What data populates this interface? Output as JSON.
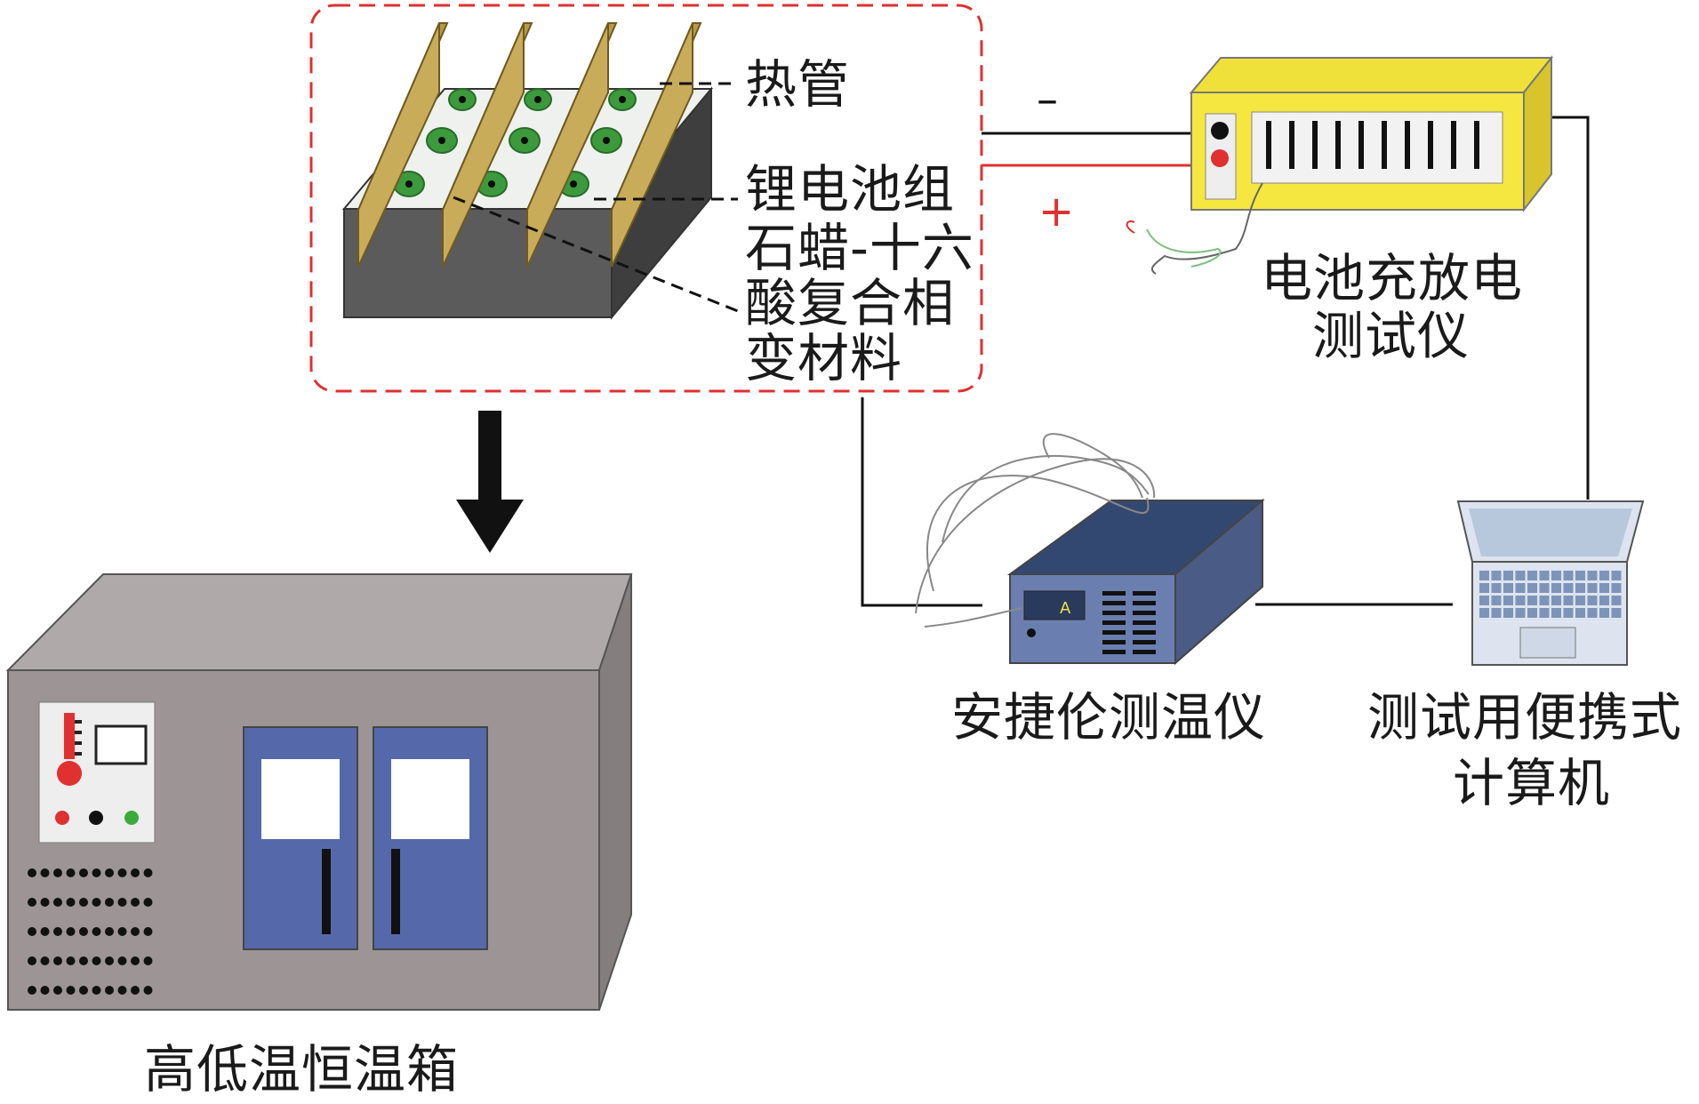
{
  "labels": {
    "heat_pipe": "热管",
    "battery_pack": "锂电池组",
    "pcm_line1": "石蜡-十六",
    "pcm_line2": "酸复合相",
    "pcm_line3": "变材料",
    "tester_line1": "电池充放电",
    "tester_line2": "测试仪",
    "thermometer": "安捷伦测温仪",
    "laptop_line1": "测试用便携式",
    "laptop_line2": "计算机",
    "chamber": "高低温恒温箱",
    "minus": "–",
    "plus": "+"
  },
  "colors": {
    "dash_box": "#e03030",
    "positive_wire": "#e03030",
    "negative_wire": "#111111",
    "heat_pipe_fin": "#b89a4a",
    "cell_green": "#3c9a3c",
    "box_gray": "#5b5b5b",
    "tester_yellow": "#f5e640",
    "thermometer_blue": "#6a7fb0",
    "chamber_gray": "#9d9595",
    "chamber_door": "#5569aa"
  }
}
